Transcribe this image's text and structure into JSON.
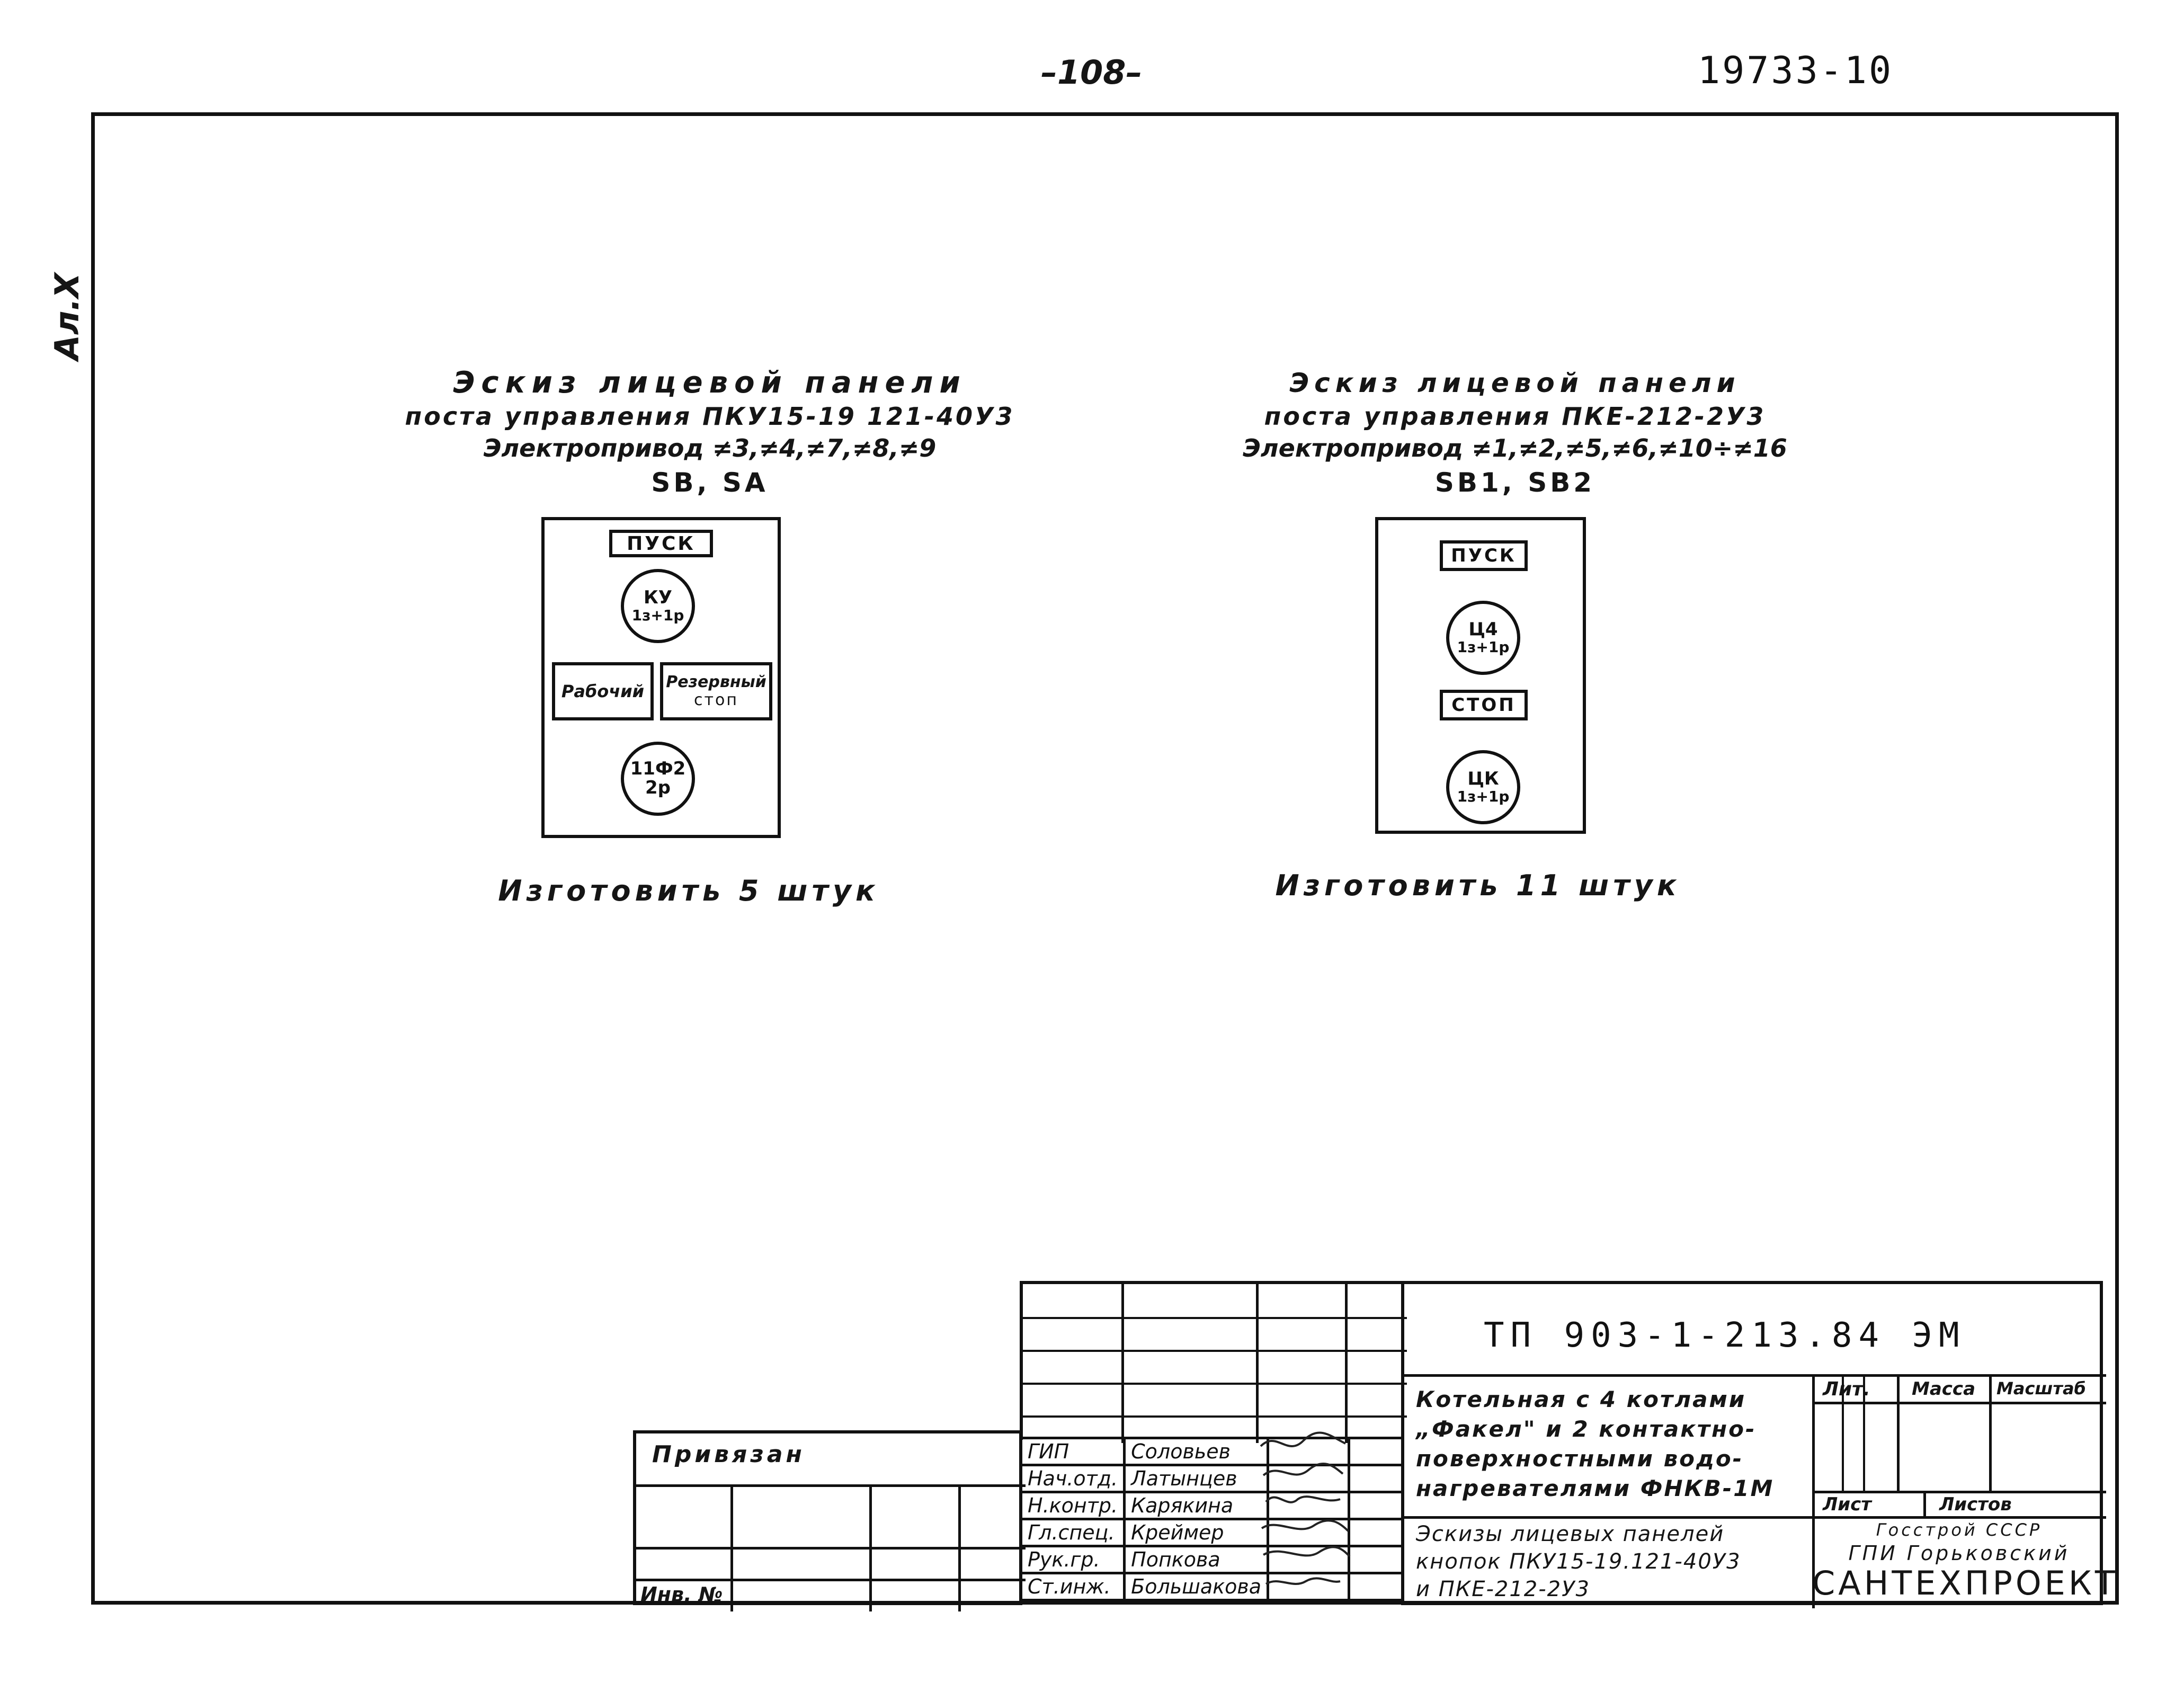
{
  "header": {
    "page_number": "–108–",
    "doc_number": "19733-10"
  },
  "margin_label": "Ал.Х",
  "left_sketch": {
    "title_lines": [
      "Эскиз лицевой панели",
      "поста управления ПКУ15-19 121-40У3",
      "Электропривод ≠3,≠4,≠7,≠8,≠9",
      "SB, SA"
    ],
    "label_start": "ПУСК",
    "circle_top": [
      "КУ",
      "1з+1р"
    ],
    "btn_working": "Рабочий",
    "btn_reserve": [
      "Резервный",
      "стоп"
    ],
    "circle_bottom": [
      "11Ф2",
      "2р"
    ],
    "caption": "Изготовить 5 штук"
  },
  "right_sketch": {
    "title_lines": [
      "Эскиз лицевой панели",
      "поста управления ПКЕ-212-2У3",
      "Электропривод ≠1,≠2,≠5,≠6,≠10÷≠16",
      "SB1, SB2"
    ],
    "label_start": "ПУСК",
    "circle_top": [
      "Ц4",
      "1з+1р"
    ],
    "label_stop": "СТОП",
    "circle_bottom": [
      "ЦК",
      "1з+1р"
    ],
    "caption": "Изготовить 11 штук"
  },
  "title_block": {
    "doc_code": "ТП 903-1-213.84 ЭМ",
    "privyazan": "Привязан",
    "inv_no": "Инв. №",
    "signatures": [
      {
        "role": "ГИП",
        "name": "Соловьев"
      },
      {
        "role": "Нач.отд.",
        "name": "Латынцев"
      },
      {
        "role": "Н.контр.",
        "name": "Карякина"
      },
      {
        "role": "Гл.спец.",
        "name": "Креймер"
      },
      {
        "role": "Рук.гр.",
        "name": "Попкова"
      },
      {
        "role": "Ст.инж.",
        "name": "Большакова"
      }
    ],
    "project_title_lines": [
      "Котельная с 4 котлами",
      "„Факел\" и 2 контактно-",
      "поверхностными водо-",
      "нагревателями ФНКВ-1М"
    ],
    "sheet_title_lines": [
      "Эскизы лицевых панелей",
      "кнопок ПКУ15-19.121-40У3",
      "и ПКЕ-212-2У3"
    ],
    "col_lit": "Лит.",
    "col_mass": "Масса",
    "col_scale": "Масштаб",
    "col_sheet": "Лист",
    "col_sheets": "Листов",
    "org_lines": [
      "Госстрой СССР",
      "ГПИ Горьковский"
    ],
    "org_name": "САНТЕХПРОЕКТ"
  }
}
